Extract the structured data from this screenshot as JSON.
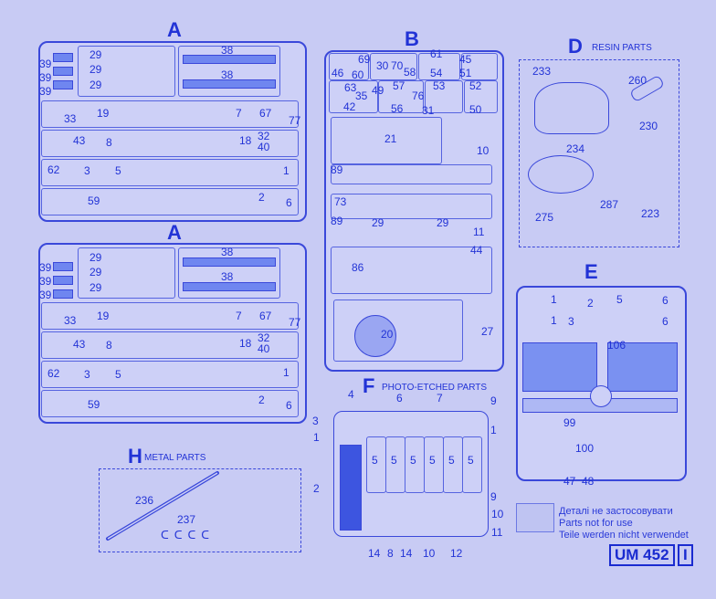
{
  "sheet_code": "UM 452",
  "sheet_page": "I",
  "sprue_a": {
    "letter": "A",
    "labels": [
      "39",
      "39",
      "39",
      "29",
      "29",
      "29",
      "38",
      "38",
      "33",
      "19",
      "7",
      "67",
      "77",
      "43",
      "8",
      "18",
      "32",
      "40",
      "62",
      "3",
      "5",
      "1",
      "59",
      "2",
      "6"
    ]
  },
  "sprue_a2": {
    "letter": "A",
    "labels": [
      "39",
      "39",
      "39",
      "29",
      "29",
      "29",
      "38",
      "38",
      "33",
      "19",
      "7",
      "67",
      "77",
      "43",
      "8",
      "18",
      "32",
      "40",
      "62",
      "3",
      "5",
      "1",
      "59",
      "2",
      "6"
    ]
  },
  "sprue_b": {
    "letter": "B",
    "labels": [
      "69",
      "46",
      "60",
      "30",
      "70",
      "58",
      "61",
      "54",
      "45",
      "51",
      "63",
      "35",
      "49",
      "57",
      "42",
      "56",
      "76",
      "53",
      "31",
      "52",
      "50",
      "21",
      "10",
      "89",
      "73",
      "89",
      "29",
      "29",
      "11",
      "44",
      "86",
      "20",
      "27"
    ]
  },
  "resin": {
    "letter": "D",
    "title": "RESIN PARTS",
    "labels": [
      "233",
      "260",
      "230",
      "234",
      "275",
      "287",
      "223"
    ]
  },
  "sprue_e": {
    "letter": "E",
    "labels": [
      "1",
      "1",
      "2",
      "3",
      "5",
      "6",
      "6",
      "106",
      "99",
      "100",
      "47",
      "48"
    ]
  },
  "photo_etched": {
    "letter": "F",
    "title": "PHOTO-ETCHED PARTS",
    "labels": [
      "4",
      "6",
      "7",
      "9",
      "3",
      "1",
      "1",
      "2",
      "5",
      "5",
      "5",
      "5",
      "5",
      "5",
      "9",
      "10",
      "11",
      "14",
      "8",
      "14",
      "10",
      "12"
    ]
  },
  "metal": {
    "letter": "H",
    "title": "METAL PARTS",
    "labels": [
      "236",
      "237"
    ]
  },
  "legend": {
    "uk": "Деталі не застосовувати",
    "en": "Parts not for use",
    "de": "Teile werden nicht verwendet"
  }
}
